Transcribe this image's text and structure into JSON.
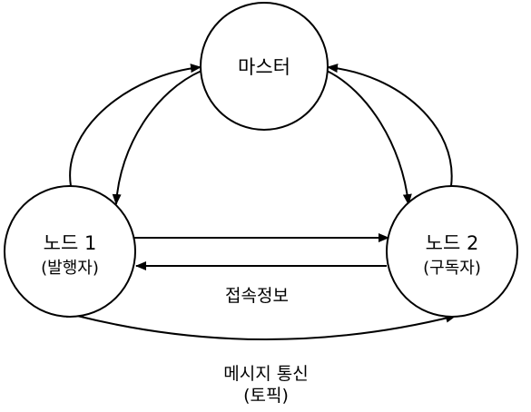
{
  "nodes": {
    "master": {
      "label": "마스터"
    },
    "node1": {
      "label": "노드 1",
      "role": "(발행자)"
    },
    "node2": {
      "label": "노드 2",
      "role": "(구독자)"
    }
  },
  "edges": {
    "connection_info": {
      "label": "접속정보"
    },
    "message_comm": {
      "label": "메시지 통신",
      "sublabel": "(토픽)"
    }
  },
  "colors": {
    "stroke": "#000000",
    "fill": "#ffffff",
    "text": "#000000"
  }
}
